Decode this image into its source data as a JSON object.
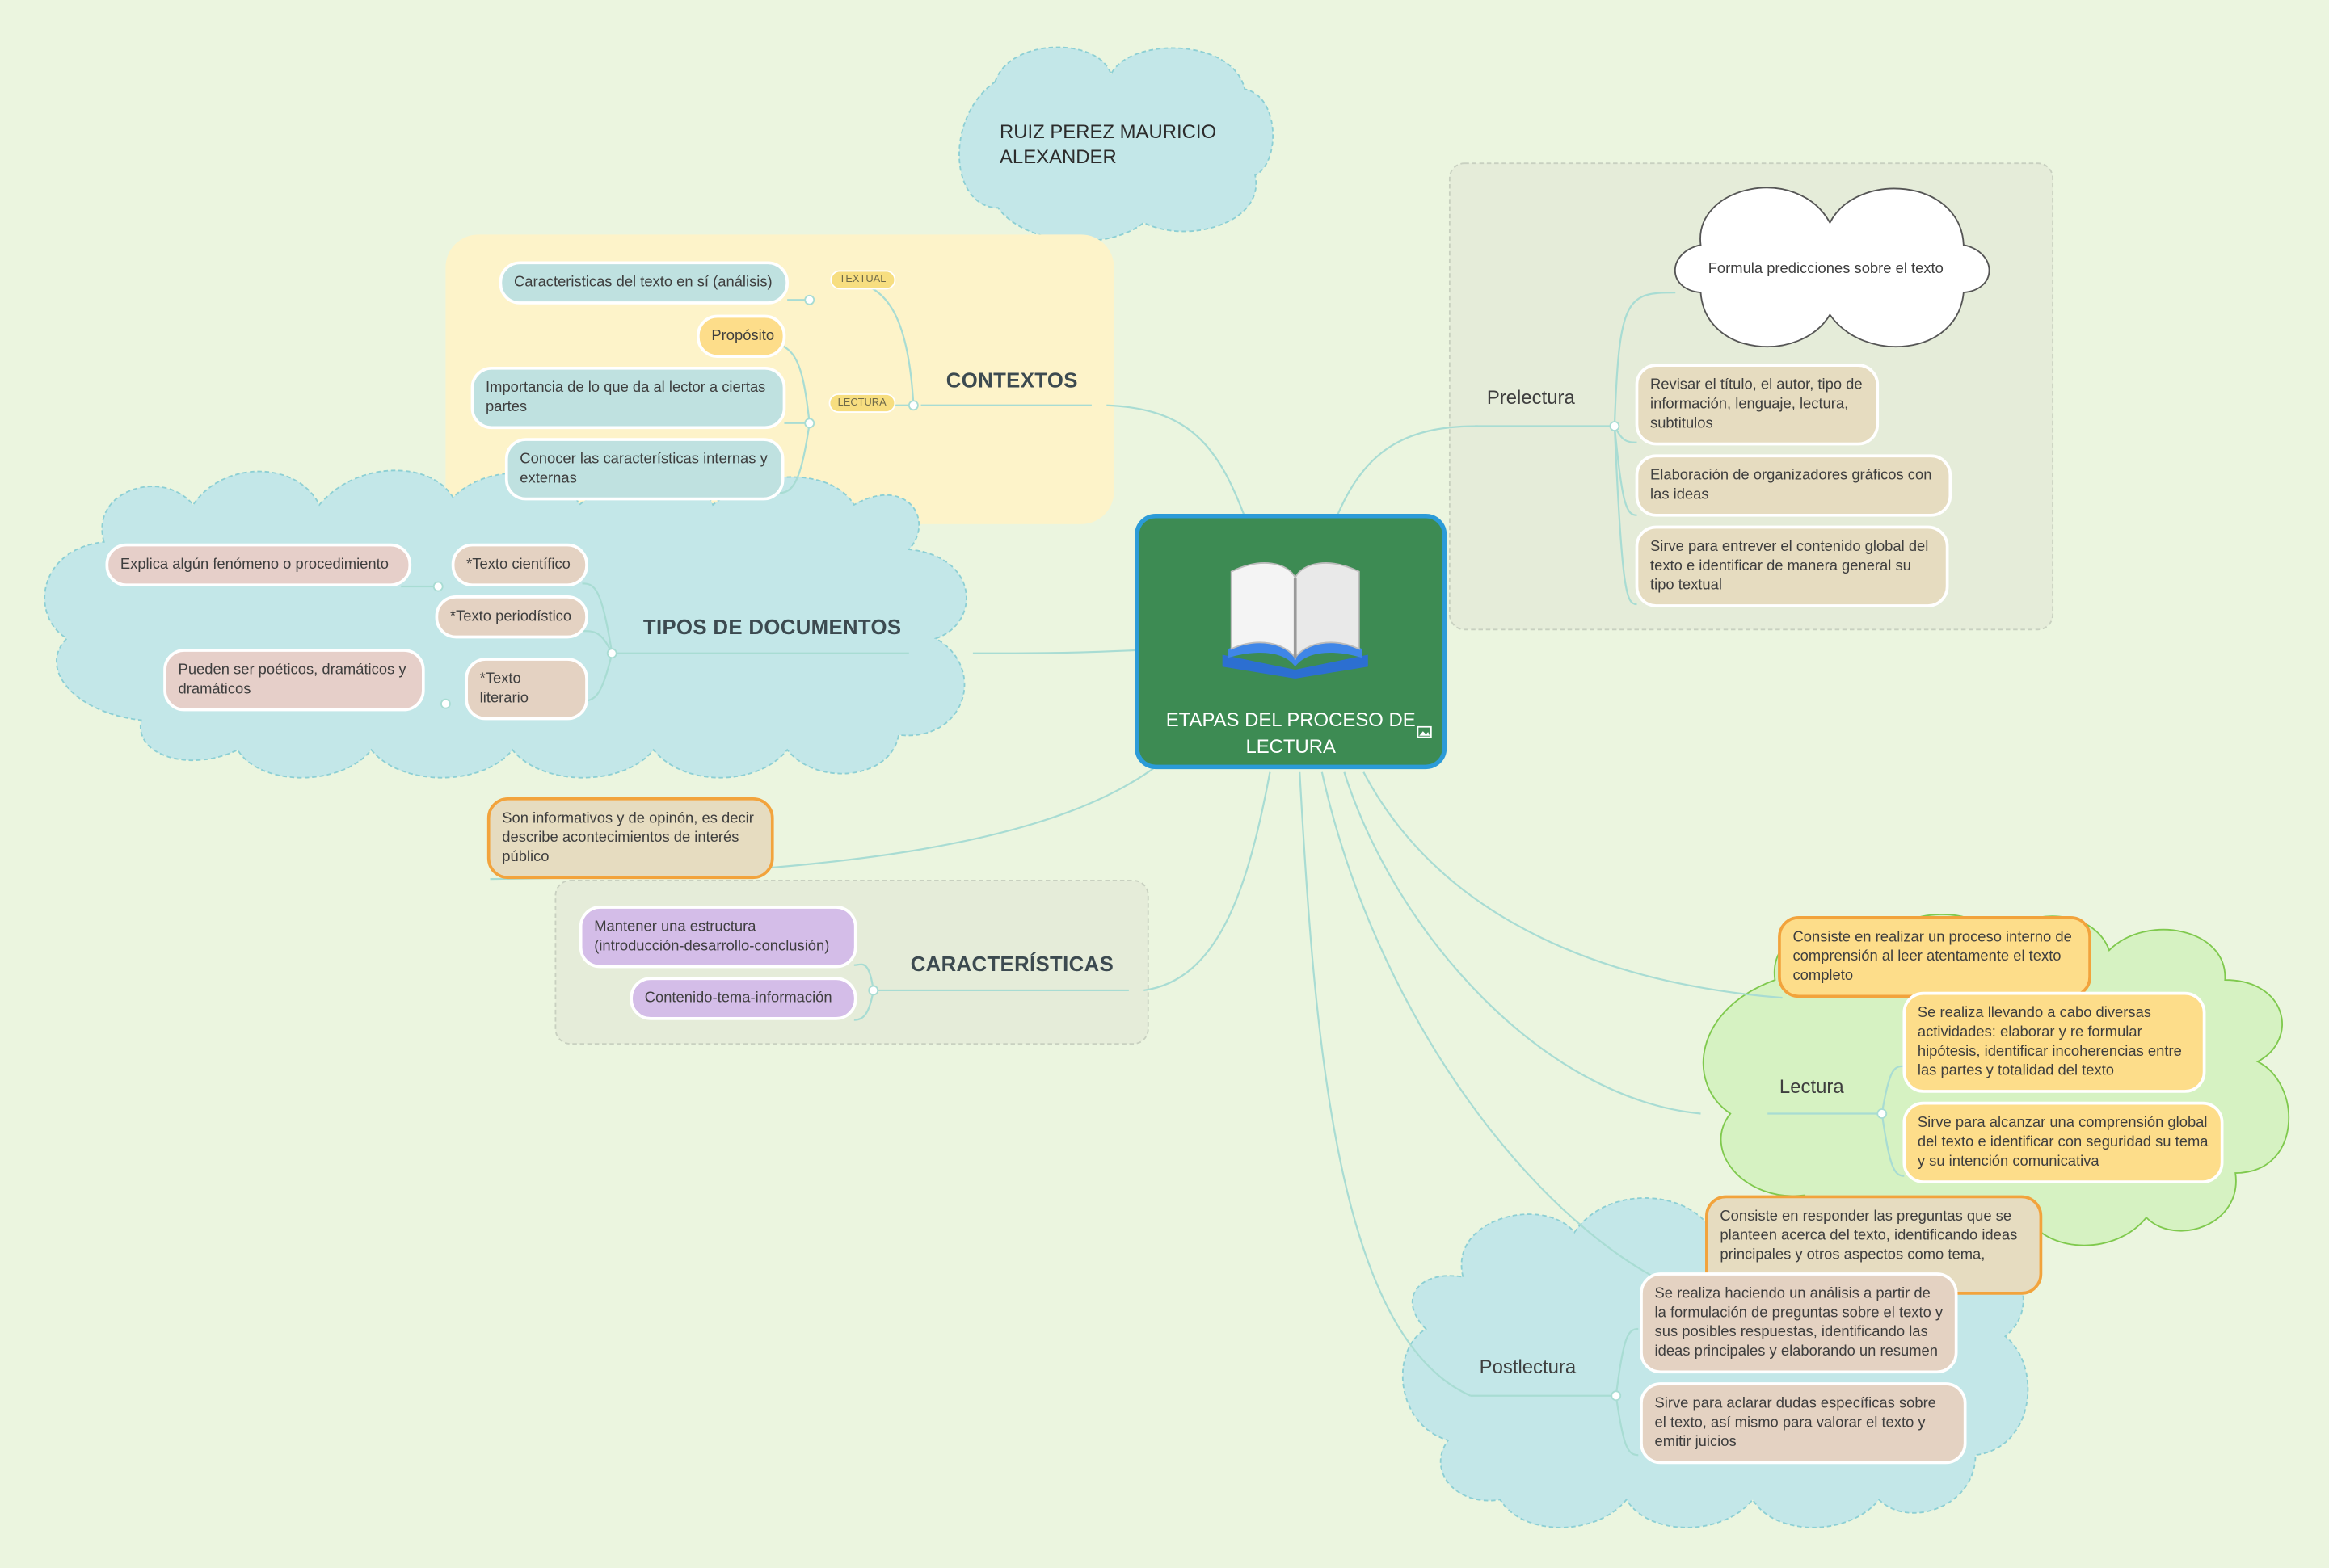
{
  "central": {
    "title": "ETAPAS DEL PROCESO DE LECTURA",
    "icon": "open-book-icon",
    "image_marker_icon": "image-icon"
  },
  "author": "RUIZ PEREZ MAURICIO ALEXANDER",
  "contextos": {
    "title": "CONTEXTOS",
    "textual_tag": "TEXTUAL",
    "lectura_tag": "LECTURA",
    "textual_items": [
      "Caracteristicas del texto en sí (análisis)"
    ],
    "lectura_items": [
      "Propósito",
      "Importancia de lo que da al lector a ciertas partes",
      "Conocer las características internas y externas"
    ]
  },
  "tipos": {
    "title": "TIPOS DE DOCUMENTOS",
    "items": [
      {
        "label": "*Texto científico",
        "detail": "Explica algún fenómeno o procedimiento"
      },
      {
        "label": "*Texto periodístico",
        "detail": "Son informativos y de opinón, es decir describe acontecimientos de interés público"
      },
      {
        "label": "*Texto literario",
        "detail": "Pueden ser poéticos, dramáticos y dramáticos"
      }
    ]
  },
  "caracteristicas": {
    "title": "CARACTERÍSTICAS",
    "items": [
      "Mantener una estructura (introducción-desarrollo-conclusión)",
      "Contenido-tema-información"
    ]
  },
  "prelectura": {
    "title": "Prelectura",
    "items": [
      "Formula predicciones sobre el texto",
      "Revisar el título, el autor, tipo de información, lenguaje, lectura, subtitulos",
      "Elaboración de organizadores gráficos con las ideas",
      "Sirve para entrever el contenido global del texto e identificar de manera general su tipo textual"
    ]
  },
  "lectura": {
    "title": "Lectura",
    "items": [
      "Consiste en realizar un proceso interno de comprensión al leer atentamente el texto completo",
      "Se realiza llevando a cabo diversas actividades: elaborar y re formular hipótesis, identificar incoherencias entre las partes y totalidad del texto",
      "Sirve para alcanzar una comprensión global del texto e identificar con seguridad su tema y su intención comunicativa"
    ]
  },
  "postlectura": {
    "title": "Postlectura",
    "items": [
      "Consiste en responder las preguntas que se planteen acerca del texto, identificando ideas principales y otros aspectos como tema,",
      "Se realiza haciendo un análisis a partir de la formulación de preguntas sobre el texto y sus posibles respuestas, identificando las ideas principales y elaborando un resumen",
      "Sirve para aclarar dudas específicas sobre el texto, así mismo para valorar el texto y emitir juicios"
    ]
  },
  "colors": {
    "background": "#ebf5df",
    "central": "#3d8b53",
    "central_border": "#2b9bd8",
    "connector": "#a8dcd3"
  }
}
